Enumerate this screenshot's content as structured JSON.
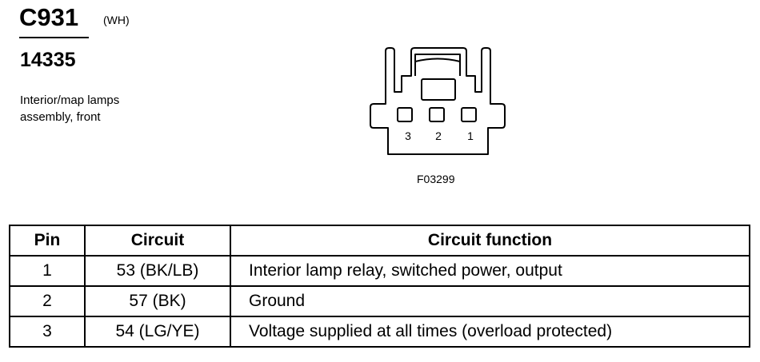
{
  "header": {
    "connector_id": "C931",
    "connector_color": "(WH)",
    "part_number": "14335",
    "description_lines": [
      "Interior/map lamps",
      "assembly, front"
    ]
  },
  "diagram": {
    "pin_labels": [
      "3",
      "2",
      "1"
    ],
    "figure_code": "F03299"
  },
  "table": {
    "headers": {
      "pin": "Pin",
      "circuit": "Circuit",
      "function": "Circuit function"
    },
    "rows": [
      {
        "pin": "1",
        "circuit": "53 (BK/LB)",
        "function": "Interior lamp relay, switched power, output"
      },
      {
        "pin": "2",
        "circuit": "57 (BK)",
        "function": "Ground"
      },
      {
        "pin": "3",
        "circuit": "54 (LG/YE)",
        "function": "Voltage supplied at all times (overload protected)"
      }
    ]
  }
}
